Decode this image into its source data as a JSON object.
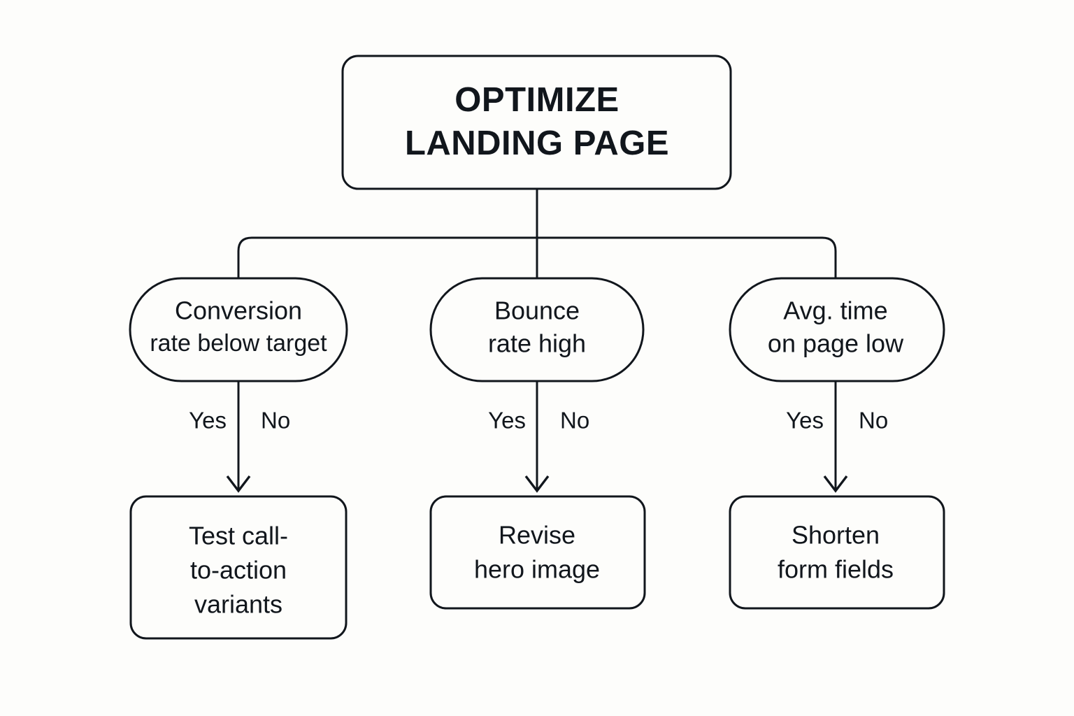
{
  "diagram": {
    "title": "Optimize Landing Page",
    "type": "decision-flowchart",
    "background_color": "#fdfdfb",
    "stroke_color": "#11161c",
    "fill_color": "#fdfdfb"
  },
  "root": {
    "id": "optimize-landing-page",
    "shape": "rounded-rectangle",
    "line1": "OPTIMIZE",
    "line2": "LANDING PAGE"
  },
  "branches": [
    {
      "id": "conversion-rate",
      "decision": {
        "shape": "pill",
        "line1": "Conversion",
        "line2": "rate below target"
      },
      "labels": {
        "yes": "Yes",
        "no": "No"
      },
      "action": {
        "shape": "rounded-rectangle",
        "line1": "Test call-",
        "line2": "to-action",
        "line3": "variants"
      }
    },
    {
      "id": "bounce-rate",
      "decision": {
        "shape": "pill",
        "line1": "Bounce",
        "line2": "rate high"
      },
      "labels": {
        "yes": "Yes",
        "no": "No"
      },
      "action": {
        "shape": "rounded-rectangle",
        "line1": "Revise",
        "line2": "hero image",
        "line3": ""
      }
    },
    {
      "id": "avg-time-on-page",
      "decision": {
        "shape": "pill",
        "line1": "Avg. time",
        "line2": "on page low"
      },
      "labels": {
        "yes": "Yes",
        "no": "No"
      },
      "action": {
        "shape": "rounded-rectangle",
        "line1": "Shorten",
        "line2": "form fields",
        "line3": ""
      }
    }
  ]
}
